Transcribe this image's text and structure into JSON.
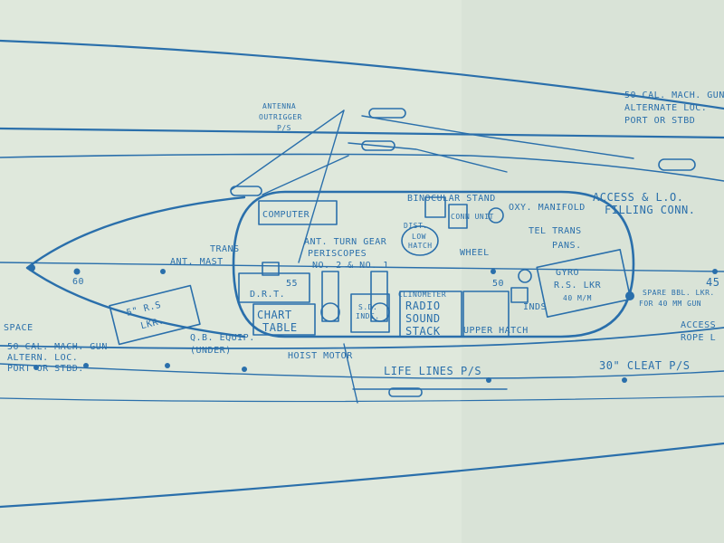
{
  "colors": {
    "paper": "#dfe8dc",
    "ink": "#2a6fab"
  },
  "labels": {
    "antenna_outrigger": "ANTENNA",
    "antenna_outrigger_2": "OUTRIGGER",
    "antenna_outrigger_ps": "P/S",
    "cal50_right_1": "50 CAL. MACH. GUN",
    "cal50_right_2": "ALTERNATE LOC.",
    "cal50_right_3": "PORT OR STBD",
    "access_lo_1": "ACCESS & L.O.",
    "access_lo_2": "FILLING CONN.",
    "binocular_stand": "BINOCULAR STAND",
    "computer": "COMPUTER",
    "dist": "DIST.",
    "conn_unit": "CONN UNIT",
    "oxy_manifold": "OXY. MANIFOLD",
    "tel_trans": "TEL TRANS",
    "tel_trans_2": "PANS.",
    "low_hatch_1": "LOW",
    "low_hatch_2": "HATCH",
    "wheel": "WHEEL",
    "ant_turn_gear": "ANT. TURN GEAR",
    "periscopes": "PERISCOPES",
    "periscopes_nos": "NO. 2 & NO. 1",
    "trans": "TRANS",
    "ant_mast": "ANT. MAST",
    "frame_60": "60",
    "frame_55": "55",
    "frame_50": "50",
    "frame_45": "45",
    "drt": "D.R.T.",
    "gyro_1": "GYRO",
    "gyro_2": "R.S. LKR",
    "gyro_3": "40 M/M",
    "spare_bbl_1": "SPARE BBL. LKR.",
    "spare_bbl_2": "FOR 40 MM GUN",
    "access_rope_1": "ACCESS",
    "access_rope_2": "ROPE L",
    "rs_lkr_1": "5\" R.S",
    "rs_lkr_2": "LKR.",
    "chart_1": "CHART",
    "chart_2": "TABLE",
    "sd_indc_1": "S.D.",
    "sd_indc_2": "INDC.",
    "clinometer": "CLINOMETER",
    "radio_1": "RADIO",
    "radio_2": "SOUND",
    "radio_3": "STACK",
    "upper_hatch": "UPPER HATCH",
    "inds": "INDS",
    "space": "SPACE",
    "cal50_left_1": "50 CAL. MACH. GUN",
    "cal50_left_2": "ALTERN. LOC.",
    "cal50_left_3": "PORT OR STBD.",
    "qb_equip": "Q.B. EQUIP.",
    "under": "(UNDER)",
    "hoist_motor": "HOIST MOTOR",
    "life_lines": "LIFE LINES P/S",
    "cleat": "30\" CLEAT P/S"
  }
}
